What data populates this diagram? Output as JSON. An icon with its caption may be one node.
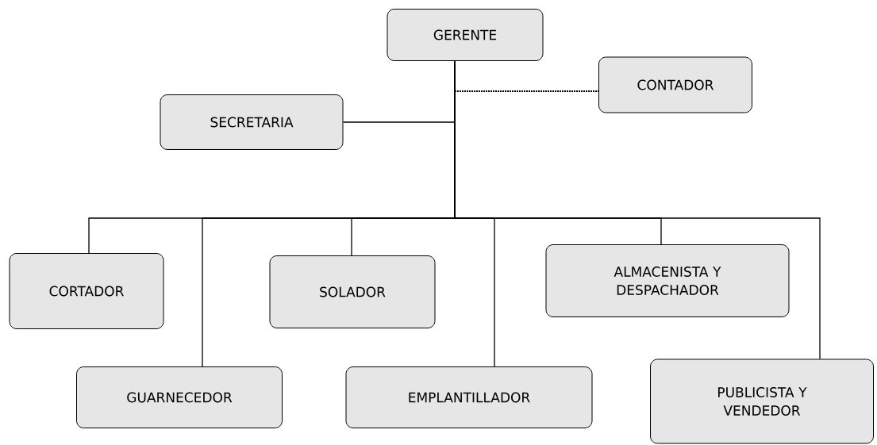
{
  "diagram": {
    "nodes": [
      {
        "text": [
          "GERENTE"
        ]
      },
      {
        "text": [
          "CONTADOR"
        ]
      },
      {
        "text": [
          "SECRETARIA"
        ]
      },
      {
        "text": [
          "CORTADOR"
        ]
      },
      {
        "text": [
          "GUARNECEDOR"
        ]
      },
      {
        "text": [
          "SOLADOR"
        ]
      },
      {
        "text": [
          "EMPLANTILLADOR"
        ]
      },
      {
        "text": [
          "ALMACENISTA Y DESPACHADOR"
        ]
      },
      {
        "text": [
          "PUBLICISTA Y VENDEDOR"
        ]
      }
    ],
    "edges": [
      {
        "from": 0,
        "to": 1,
        "arrow": "none",
        "style": "dashed"
      },
      {
        "from": 0,
        "to": 2,
        "arrow": "none"
      },
      {
        "from": 0,
        "to": 3,
        "arrow": "none"
      },
      {
        "from": 0,
        "to": 4,
        "arrow": "none"
      },
      {
        "from": 0,
        "to": 5,
        "arrow": "none"
      },
      {
        "from": 0,
        "to": 6,
        "arrow": "none"
      },
      {
        "from": 0,
        "to": 7,
        "arrow": "none"
      },
      {
        "from": 0,
        "to": 8,
        "arrow": "none"
      }
    ]
  }
}
